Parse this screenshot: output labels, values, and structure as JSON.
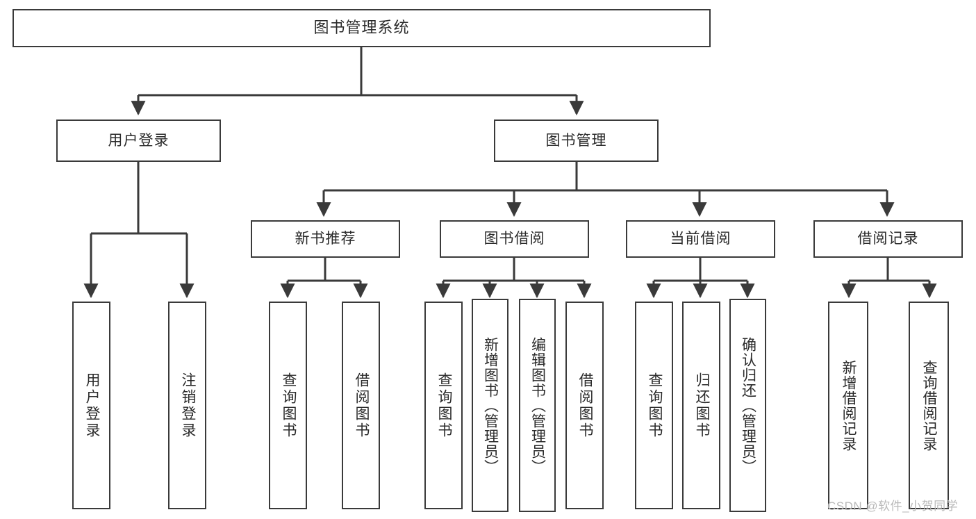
{
  "diagram": {
    "title": "图书管理系统",
    "type": "tree-hierarchy-chart",
    "root": {
      "id": "root",
      "label": "图书管理系统"
    },
    "level2": [
      {
        "id": "user-login",
        "label": "用户登录"
      },
      {
        "id": "book-management",
        "label": "图书管理"
      }
    ],
    "level3": [
      {
        "id": "new-book-recommend",
        "label": "新书推荐",
        "parent": "book-management"
      },
      {
        "id": "book-borrow",
        "label": "图书借阅",
        "parent": "book-management"
      },
      {
        "id": "current-borrow",
        "label": "当前借阅",
        "parent": "book-management"
      },
      {
        "id": "borrow-record",
        "label": "借阅记录",
        "parent": "book-management"
      }
    ],
    "leaves": [
      {
        "id": "leaf-user-login",
        "label": "用户登录",
        "parent": "user-login"
      },
      {
        "id": "leaf-user-logout",
        "label": "注销登录",
        "parent": "user-login"
      },
      {
        "id": "leaf-query-book-1",
        "label": "查询图书",
        "parent": "new-book-recommend"
      },
      {
        "id": "leaf-borrow-book-1",
        "label": "借阅图书",
        "parent": "new-book-recommend"
      },
      {
        "id": "leaf-query-book-2",
        "label": "查询图书",
        "parent": "book-borrow"
      },
      {
        "id": "leaf-add-book",
        "label": "新增图书（管理员）",
        "parent": "book-borrow"
      },
      {
        "id": "leaf-edit-book",
        "label": "编辑图书（管理员）",
        "parent": "book-borrow"
      },
      {
        "id": "leaf-borrow-book-2",
        "label": "借阅图书",
        "parent": "book-borrow"
      },
      {
        "id": "leaf-query-book-3",
        "label": "查询图书",
        "parent": "current-borrow"
      },
      {
        "id": "leaf-return-book",
        "label": "归还图书",
        "parent": "current-borrow"
      },
      {
        "id": "leaf-confirm-return",
        "label": "确认归还（管理员）",
        "parent": "current-borrow"
      },
      {
        "id": "leaf-add-record",
        "label": "新增借阅记录",
        "parent": "borrow-record"
      },
      {
        "id": "leaf-query-record",
        "label": "查询借阅记录",
        "parent": "borrow-record"
      }
    ],
    "colors": {
      "stroke": "#3a3a3a",
      "box_fill": "#ffffff",
      "text": "#2a2a2a",
      "background": "#ffffff",
      "watermark": "#b9b9b9"
    }
  },
  "watermark": {
    "text": "CSDN @软件_小贺同学"
  }
}
